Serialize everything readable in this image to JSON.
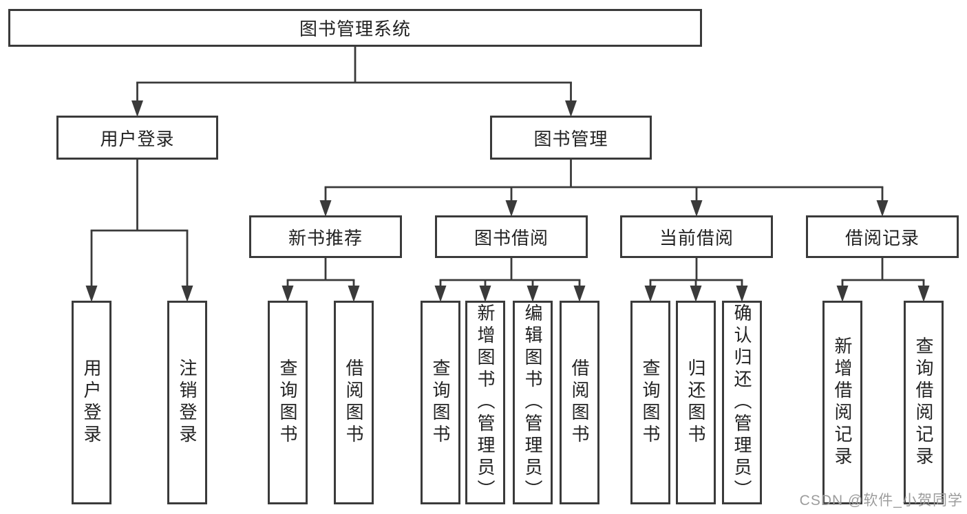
{
  "diagram": {
    "title": "图书管理系统",
    "watermark": "CSDN @软件_小贺同学",
    "colors": {
      "line": "#3a3a3a",
      "box_border": "#3a3a3a",
      "text": "#222222",
      "background": "#ffffff",
      "watermark": "#9c9c9c"
    },
    "nodes": [
      {
        "id": "root",
        "label": "图书管理系统",
        "parent": null,
        "orientation": "horizontal"
      },
      {
        "id": "user-login",
        "label": "用户登录",
        "parent": "root",
        "orientation": "horizontal"
      },
      {
        "id": "book-mgmt",
        "label": "图书管理",
        "parent": "root",
        "orientation": "horizontal"
      },
      {
        "id": "new-book-rec",
        "label": "新书推荐",
        "parent": "book-mgmt",
        "orientation": "horizontal"
      },
      {
        "id": "book-borrow",
        "label": "图书借阅",
        "parent": "book-mgmt",
        "orientation": "horizontal"
      },
      {
        "id": "current-borrow",
        "label": "当前借阅",
        "parent": "book-mgmt",
        "orientation": "horizontal"
      },
      {
        "id": "borrow-record",
        "label": "借阅记录",
        "parent": "book-mgmt",
        "orientation": "horizontal"
      },
      {
        "id": "leaf-user-login",
        "label": "用户登录",
        "parent": "user-login",
        "orientation": "vertical"
      },
      {
        "id": "leaf-logout",
        "label": "注销登录",
        "parent": "user-login",
        "orientation": "vertical"
      },
      {
        "id": "leaf-query-books-1",
        "label": "查询图书",
        "parent": "new-book-rec",
        "orientation": "vertical"
      },
      {
        "id": "leaf-borrow-books-1",
        "label": "借阅图书",
        "parent": "new-book-rec",
        "orientation": "vertical"
      },
      {
        "id": "leaf-query-books-2",
        "label": "查询图书",
        "parent": "book-borrow",
        "orientation": "vertical"
      },
      {
        "id": "leaf-add-book",
        "label": "新增图书（管理员）",
        "parent": "book-borrow",
        "orientation": "vertical"
      },
      {
        "id": "leaf-edit-book",
        "label": "编辑图书（管理员）",
        "parent": "book-borrow",
        "orientation": "vertical"
      },
      {
        "id": "leaf-borrow-books-2",
        "label": "借阅图书",
        "parent": "book-borrow",
        "orientation": "vertical"
      },
      {
        "id": "leaf-query-books-3",
        "label": "查询图书",
        "parent": "current-borrow",
        "orientation": "vertical"
      },
      {
        "id": "leaf-return-book",
        "label": "归还图书",
        "parent": "current-borrow",
        "orientation": "vertical"
      },
      {
        "id": "leaf-confirm-return",
        "label": "确认归还（管理员）",
        "parent": "current-borrow",
        "orientation": "vertical"
      },
      {
        "id": "leaf-add-borrow-record",
        "label": "新增借阅记录",
        "parent": "borrow-record",
        "orientation": "vertical"
      },
      {
        "id": "leaf-query-borrow-record",
        "label": "查询借阅记录",
        "parent": "borrow-record",
        "orientation": "vertical"
      }
    ]
  }
}
